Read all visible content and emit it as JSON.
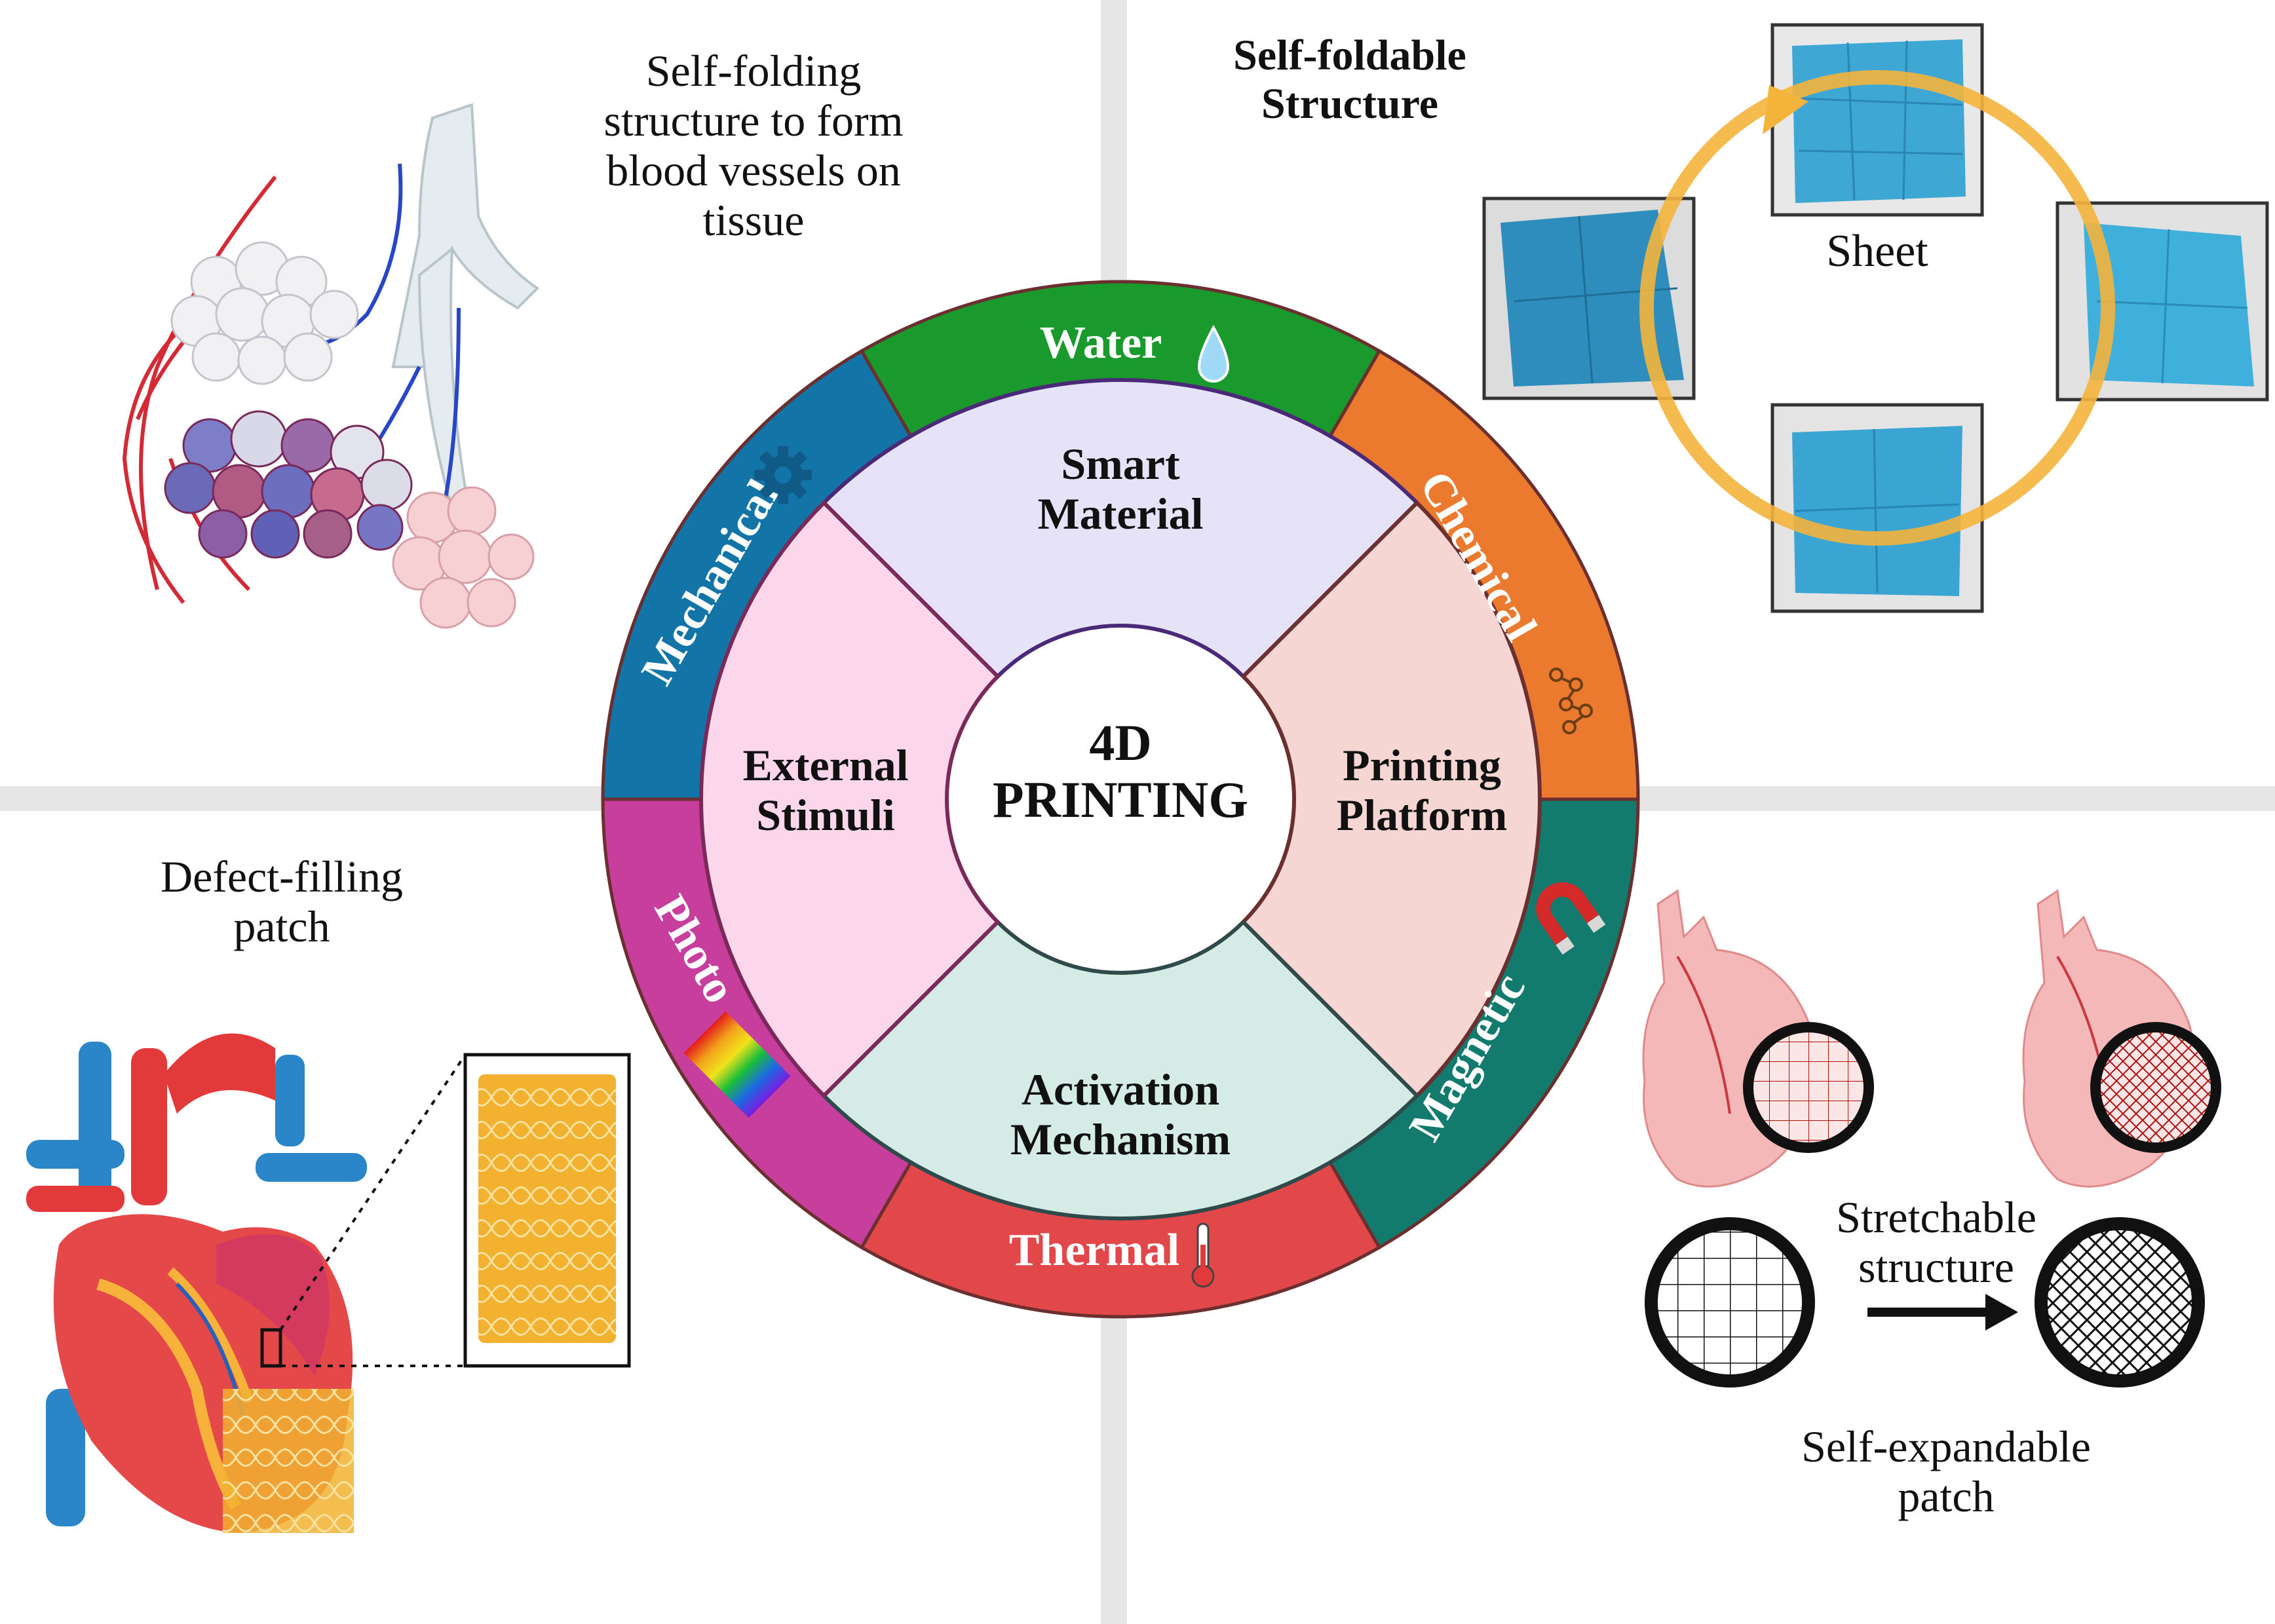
{
  "center": {
    "line1": "4D",
    "line2": "PRINTING"
  },
  "inner_segments": {
    "top": [
      "Smart",
      "Material"
    ],
    "left": [
      "External",
      "Stimuli"
    ],
    "right": [
      "Printing",
      "Platform"
    ],
    "bottom": [
      "Activation",
      "Mechanism"
    ]
  },
  "stimuli": {
    "water": "Water",
    "chemical": "Chemical",
    "magnetic": "Magnetic",
    "thermal": "Thermal",
    "photo": "Photo",
    "mechanical": "Mechanical"
  },
  "quadrants": {
    "top_left": [
      "Self-folding",
      "structure to form",
      "blood vessels on",
      "tissue"
    ],
    "top_right_title": [
      "Self-foldable",
      "Structure"
    ],
    "top_right_sheet": "Sheet",
    "bottom_left": [
      "Defect-filling",
      "patch"
    ],
    "bottom_right_middle": [
      "Stretchable",
      "structure"
    ],
    "bottom_right_bottom": [
      "Self-expandable",
      "patch"
    ]
  },
  "colors": {
    "water": "#1a9a2c",
    "chemical": "#ec7a2e",
    "magnetic": "#137a6e",
    "thermal": "#e2474a",
    "photo": "#c83e9c",
    "mechanical": "#1374a8",
    "smart_material": "#e6e2f8",
    "external_stimuli": "#fcd6ea",
    "printing_platform": "#f6d6d2",
    "activation_mechanism": "#d4ebe6"
  }
}
